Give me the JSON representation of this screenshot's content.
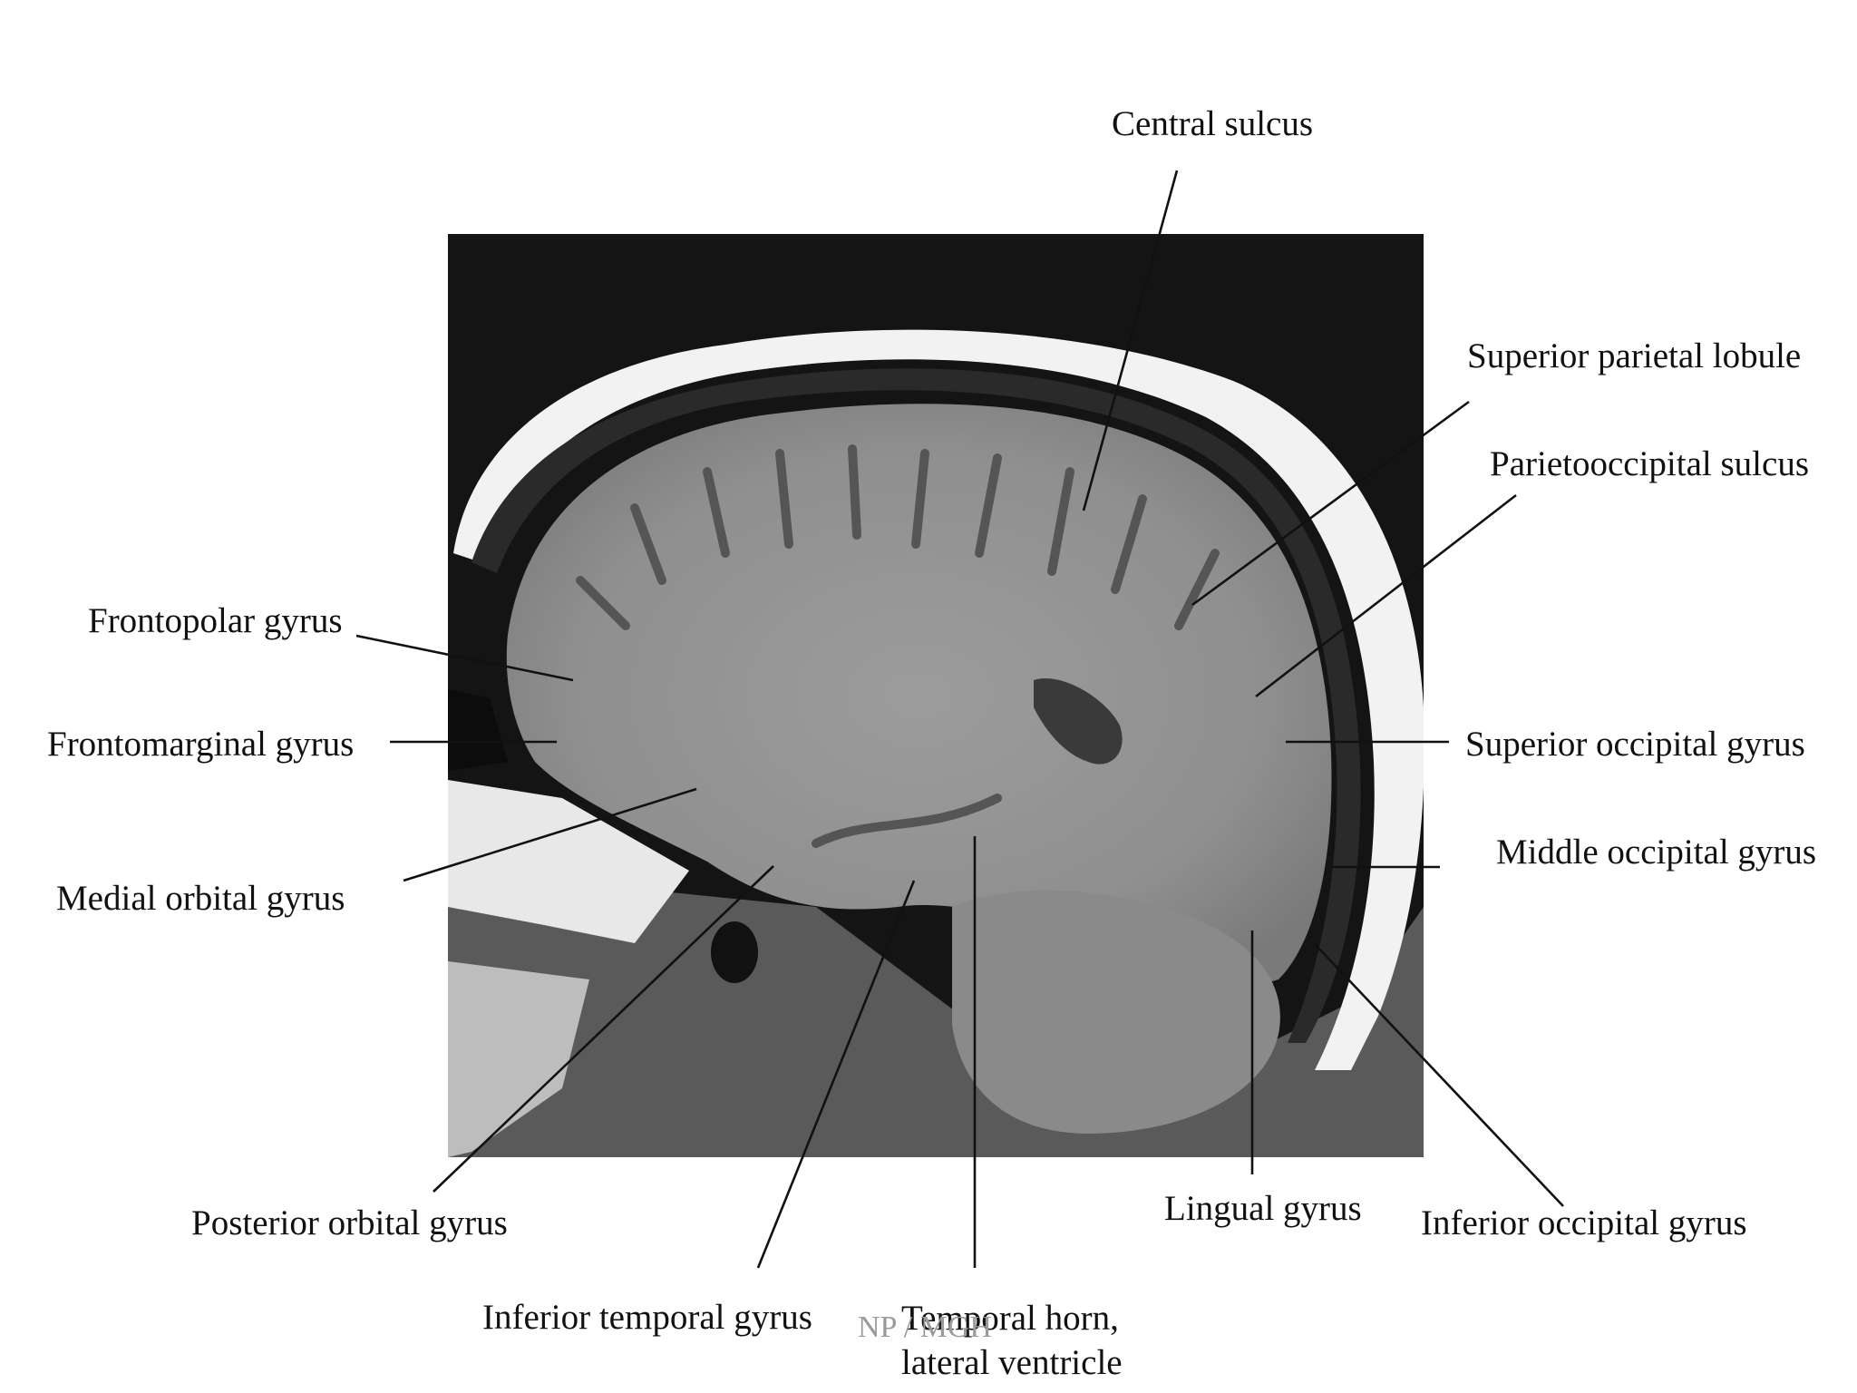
{
  "labels": {
    "central_sulcus": "Central sulcus",
    "superior_parietal_lobule": "Superior parietal lobule",
    "parietooccipital_sulcus": "Parietooccipital sulcus",
    "frontopolar_gyrus": "Frontopolar gyrus",
    "frontomarginal_gyrus": "Frontomarginal gyrus",
    "superior_occipital_gyrus": "Superior occipital gyrus",
    "middle_occipital_gyrus": "Middle occipital gyrus",
    "medial_orbital_gyrus": "Medial orbital gyrus",
    "posterior_orbital_gyrus": "Posterior orbital gyrus",
    "lingual_gyrus": "Lingual gyrus",
    "inferior_occipital_gyrus": "Inferior occipital gyrus",
    "inferior_temporal_gyrus": "Inferior temporal gyrus",
    "temporal_horn_line1": "Temporal horn,",
    "temporal_horn_line2": "lateral ventricle"
  },
  "watermark": "NP / MGH"
}
